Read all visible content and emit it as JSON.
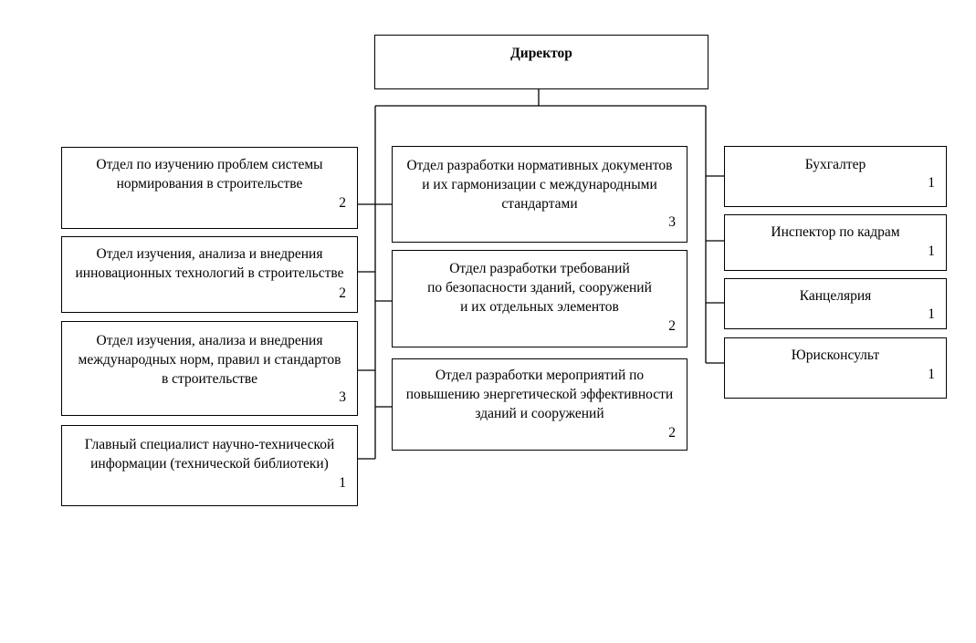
{
  "director": {
    "title": "Директор"
  },
  "left": [
    {
      "title": "Отдел по изучению проблем системы\nнормирования в строительстве",
      "count": "2"
    },
    {
      "title": "Отдел изучения, анализа и внедрения\nинновационных технологий в строительстве",
      "count": "2"
    },
    {
      "title": "Отдел изучения, анализа и внедрения\nмеждународных норм, правил и стандартов\nв строительстве",
      "count": "3"
    },
    {
      "title": "Главный специалист научно-технической\nинформации (технической библиотеки)",
      "count": "1"
    }
  ],
  "center": [
    {
      "title": "Отдел разработки нормативных документов\nи их гармонизации с международными\nстандартами",
      "count": "3"
    },
    {
      "title": "Отдел разработки требований\nпо безопасности зданий, сооружений\nи их отдельных элементов",
      "count": "2"
    },
    {
      "title": "Отдел разработки мероприятий по\nповышению энергетической эффективности\nзданий и сооружений",
      "count": "2"
    }
  ],
  "right": [
    {
      "title": "Бухгалтер",
      "count": "1"
    },
    {
      "title": "Инспектор по кадрам",
      "count": "1"
    },
    {
      "title": "Канцелярия",
      "count": "1"
    },
    {
      "title": "Юрисконсульт",
      "count": "1"
    }
  ]
}
